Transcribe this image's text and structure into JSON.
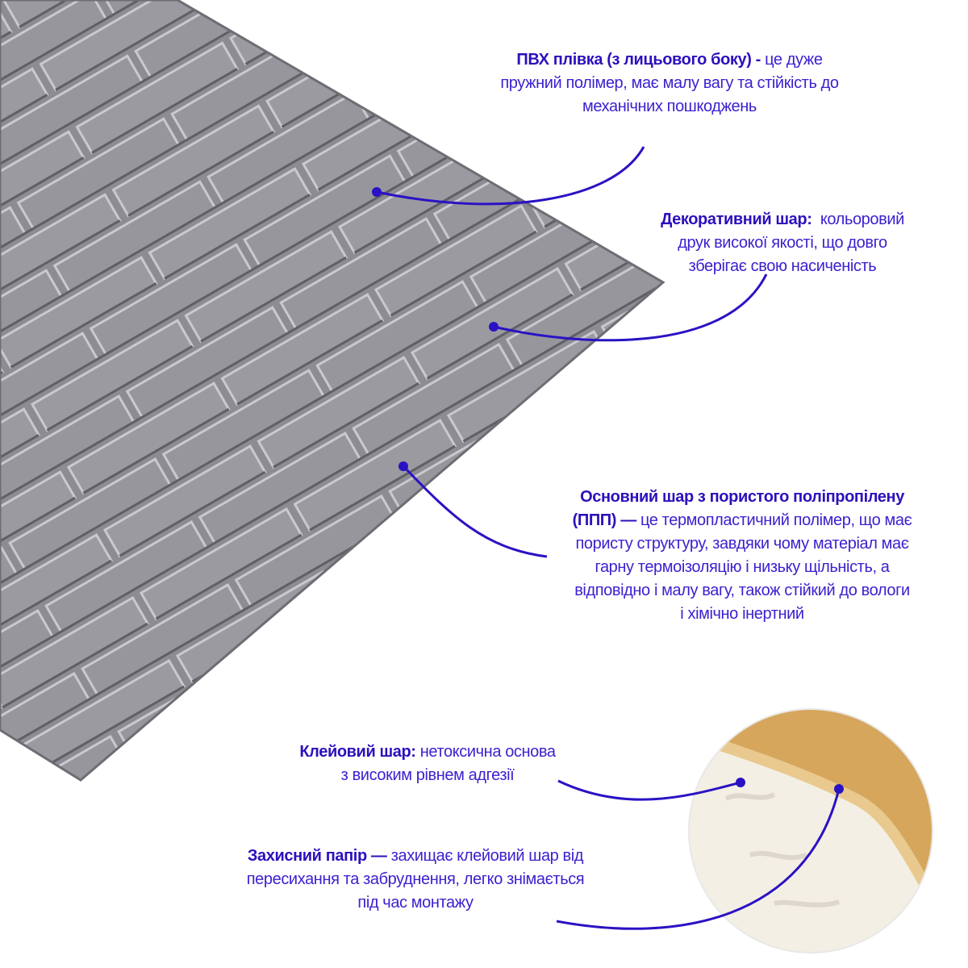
{
  "colors": {
    "accent": "#2a12c4",
    "text": "#3b22cf",
    "panel": "#8f8f95",
    "adhesive": "#d6a65c",
    "paper": "#f3efe4"
  },
  "callouts": [
    {
      "title": "ПВХ плівка (з лицьового боку) -",
      "lines": [
        "це дуже",
        "пружний полімер, має малу вагу та стійкість до",
        "механічних пошкоджень"
      ]
    },
    {
      "title": "Декоративний шар:",
      "lines": [
        "кольоровий",
        "друк високої якості, що довго",
        "зберігає свою насиченість"
      ]
    },
    {
      "title": "Основний шар з пористого поліпропілену",
      "title2": "(ППП) —",
      "lines": [
        "це термопластичний полімер, що має",
        "пористу структуру, завдяки чому матеріал має",
        "гарну термоізоляцію і низьку щільність, а",
        "відповідно і малу вагу, також стійкий до вологи",
        "і хімічно інертний"
      ]
    },
    {
      "title": "Клейовий шар:",
      "lines": [
        "нетоксична основа",
        "з високим рівнем адгезії"
      ]
    },
    {
      "title": "Захисний папір —",
      "lines": [
        "захищає клейовий шар від",
        "пересихання та забруднення, легко знімається",
        "під час монтажу"
      ]
    }
  ]
}
